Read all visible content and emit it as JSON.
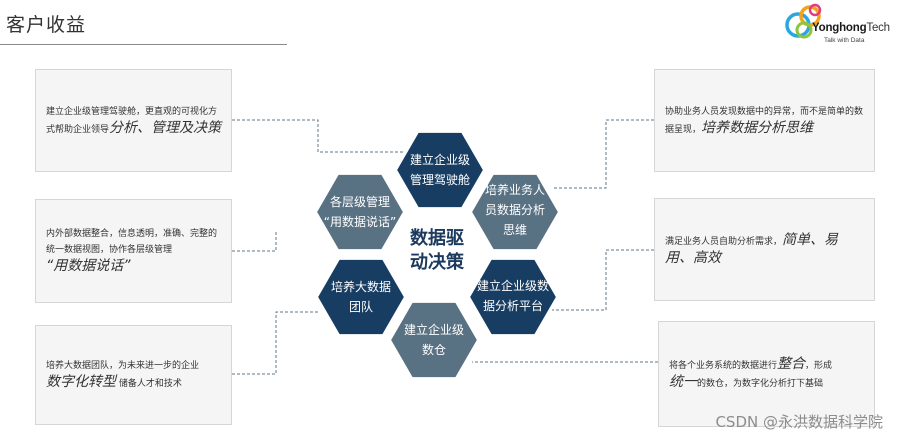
{
  "page": {
    "title": "客户收益"
  },
  "logo": {
    "name_bold": "Yonghong",
    "name_light": "Tech",
    "tagline": "Talk with Data"
  },
  "center": {
    "line1": "数据驱",
    "line2": "动决策"
  },
  "hexagons": [
    {
      "id": "top",
      "line1": "建立企业级",
      "line2": "管理驾驶舱",
      "color": "#183d62"
    },
    {
      "id": "upper-right",
      "line1": "培养业务人",
      "line2": "员数据分析",
      "line3": "思维",
      "color": "#587183"
    },
    {
      "id": "lower-right",
      "line1": "建立企业级数",
      "line2": "据分析平台",
      "color": "#183d62"
    },
    {
      "id": "bottom",
      "line1": "建立企业级",
      "line2": "数仓",
      "color": "#587183"
    },
    {
      "id": "lower-left",
      "line1": "培养大数据",
      "line2": "团队",
      "color": "#183d62"
    },
    {
      "id": "upper-left",
      "line1": "各层级管理",
      "line2": "“用数据说话”",
      "color": "#587183"
    }
  ],
  "cards": {
    "left_top": {
      "text": "建立企业级管理驾驶舱，更直观的可视化方式帮助企业领导",
      "emphasis": "分析、管理及决策"
    },
    "left_middle": {
      "text": "内外部数据整合，信息透明，准确、完整的统一数据视图，协作各层级管理",
      "emphasis": "“用数据说话”"
    },
    "left_bottom": {
      "text": "培养大数据团队，为未来进一步的企业",
      "emphasis": "数字化转型",
      "text_after": "储备人才和技术"
    },
    "right_top": {
      "text": "协助业务人员发现数据中的异常，而不是简单的数据呈现，",
      "emphasis": "培养数据分析思维"
    },
    "right_middle": {
      "text": "满足业务人员自助分析需求，",
      "emphasis": "简单、易用、高效"
    },
    "right_bottom": {
      "text_before": "将各个业务系统的数据进行",
      "emphasis1": "整合",
      "text_mid": "，形成",
      "emphasis2": "统一",
      "text_after": "的数仓，为数字化分析打下基础"
    }
  },
  "watermark": "CSDN @永洪数据科学院"
}
